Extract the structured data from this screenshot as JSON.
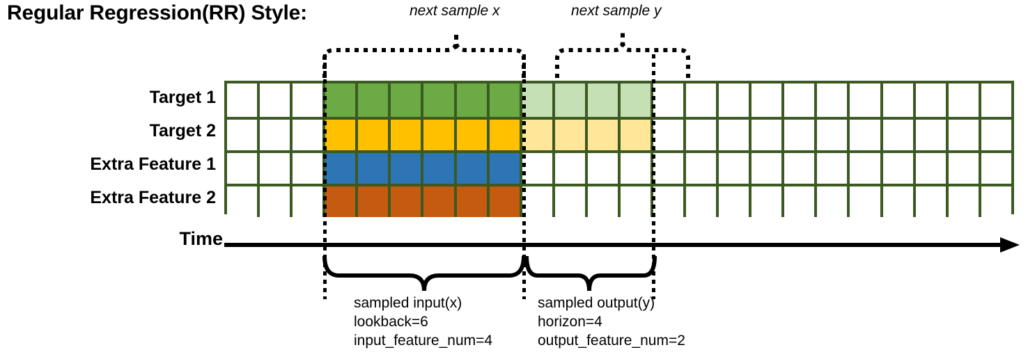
{
  "title": "Regular Regression(RR) Style:",
  "top_annotations": {
    "next_sample_x": "next sample x",
    "next_sample_y": "next sample y"
  },
  "rows": [
    {
      "label": "Target 1",
      "fill": "#6CAA46",
      "faded": "#C5E0B4",
      "has_output": true
    },
    {
      "label": "Target 2",
      "fill": "#FFC000",
      "faded": "#FFE699",
      "has_output": true
    },
    {
      "label": "Extra Feature 1",
      "fill": "#2E75B6",
      "faded": "#FFFFFF",
      "has_output": false
    },
    {
      "label": "Extra Feature 2",
      "fill": "#C55A11",
      "faded": "#FFFFFF",
      "has_output": false
    }
  ],
  "grid": {
    "total_columns": 24,
    "lead_blank_columns": 3,
    "input_columns": 6,
    "output_columns": 4,
    "trail_blank_columns": 11,
    "border_color": "#3B5A22",
    "blank_color": "#FFFFFF"
  },
  "time_axis": {
    "label": "Time",
    "arrow": "right-arrow"
  },
  "captions": {
    "input": {
      "line1": "sampled input(x)",
      "line2": "lookback=6",
      "line3": "input_feature_num=4"
    },
    "output": {
      "line1": "sampled output(y)",
      "line2": "horizon=4",
      "line3": "output_feature_num=2"
    }
  },
  "colors": {
    "target1": "#6CAA46",
    "target1_faded": "#C5E0B4",
    "target2": "#FFC000",
    "target2_faded": "#FFE699",
    "extra1": "#2E75B6",
    "extra2": "#C55A11",
    "grid_border": "#3B5A22",
    "ink": "#000000"
  },
  "chart_data": {
    "type": "diagram",
    "title": "Regular Regression(RR) Style:",
    "description": "Timeline grid of 24 time steps by 4 feature rows showing a sampled input window of 6 steps across 4 features and a sampled output window of 4 steps across 2 target features.",
    "series": [
      {
        "name": "Target 1",
        "input_steps": 6,
        "output_steps": 4
      },
      {
        "name": "Target 2",
        "input_steps": 6,
        "output_steps": 4
      },
      {
        "name": "Extra Feature 1",
        "input_steps": 6,
        "output_steps": 0
      },
      {
        "name": "Extra Feature 2",
        "input_steps": 6,
        "output_steps": 0
      }
    ],
    "lookback": 6,
    "horizon": 4,
    "input_feature_num": 4,
    "output_feature_num": 2,
    "xlabel": "Time"
  }
}
